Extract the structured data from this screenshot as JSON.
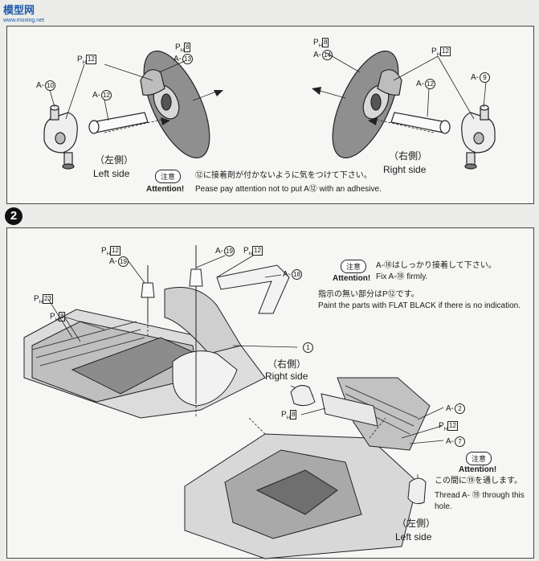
{
  "watermark": {
    "brand": "模型网",
    "url": "www.moxing.net"
  },
  "step1": {
    "left": {
      "a10": "A-",
      "a10_n": "10",
      "ph12": "P",
      "ph12_sub": "H",
      "ph12_n": "12",
      "a12": "A-",
      "a12_n": "12",
      "ph8": "P",
      "ph8_sub": "H",
      "ph8_n": "8",
      "a13": "A-",
      "a13_n": "13",
      "side_jp": "（左側）",
      "side_en": "Left side"
    },
    "right": {
      "ph8": "P",
      "ph8_sub": "H",
      "ph8_n": "8",
      "a14": "A-",
      "a14_n": "14",
      "ph12": "P",
      "ph12_sub": "H",
      "ph12_n": "12",
      "a12": "A-",
      "a12_n": "12",
      "a9": "A-",
      "a9_n": "9",
      "side_jp": "（右側）",
      "side_en": "Right side"
    },
    "attention_badge": "注意",
    "attention_en": "Attention!",
    "note_jp": "⑫に接着剤が付かないように気をつけて下さい。",
    "note_en": "Pease pay attention not to put A⑫ with an adhesive."
  },
  "step2": {
    "number": "2",
    "ph12_a": "P",
    "ph12_a_sub": "H",
    "ph12_a_n": "12",
    "a19_a": "A-",
    "a19_a_n": "19",
    "a19_b": "A-",
    "a19_b_n": "19",
    "ph12_b": "P",
    "ph12_b_sub": "H",
    "ph12_b_n": "12",
    "a18": "A-",
    "a18_n": "18",
    "ph23": "P",
    "ph23_sub": "H",
    "ph23_n": "23",
    "ph8_a": "P",
    "ph8_a_sub": "H",
    "ph8_a_n": "8",
    "label_1": "1",
    "right_jp": "（右側）",
    "right_en": "Right side",
    "ph8_b": "P",
    "ph8_b_sub": "H",
    "ph8_b_n": "8",
    "a2": "A-",
    "a2_n": "2",
    "ph12_c": "P",
    "ph12_c_sub": "H",
    "ph12_c_n": "12",
    "a7": "A-",
    "a7_n": "7",
    "attn1_badge": "注意",
    "attn1_en": "Attention!",
    "attn1_jp": "A-⑱はしっかり接着して下さい。",
    "attn1_fix": "Fix A-⑱ firmly.",
    "paint_jp": "指示の無い部分はP⑫です。",
    "paint_en": "Paint the parts with FLAT BLACK  if there is no indication.",
    "attn2_badge": "注意",
    "attn2_en": "Attention!",
    "attn2_jp": "この間に⑲を通します。",
    "attn2_line1": "Thread A- ⑲ through this",
    "attn2_line2": "hole.",
    "left_jp": "（左側）",
    "left_en": "Left side"
  }
}
